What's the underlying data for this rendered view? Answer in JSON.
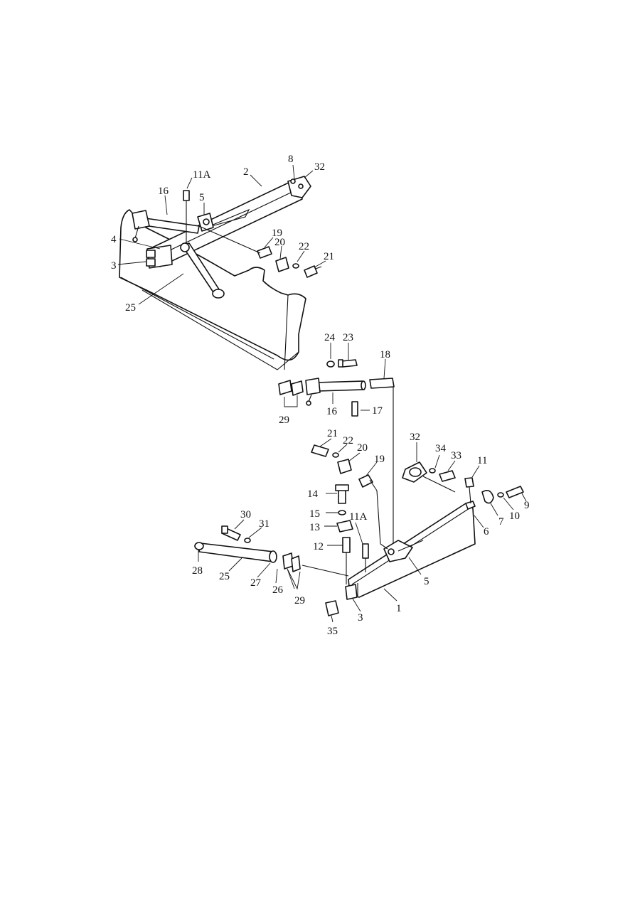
{
  "callouts": {
    "c8": "8",
    "c32a": "32",
    "c2": "2",
    "c11A_top": "11A",
    "c16_top": "16",
    "c5_top": "5",
    "c4": "4",
    "c3_top": "3",
    "c19_top": "19",
    "c20_top": "20",
    "c22_top": "22",
    "c21_top": "21",
    "c25_top": "25",
    "c24": "24",
    "c23": "23",
    "c18": "18",
    "c16_mid": "16",
    "c17": "17",
    "c29_mid": "29",
    "c21_bot": "21",
    "c22_bot": "22",
    "c20_bot": "20",
    "c19_bot": "19",
    "c32_bot": "32",
    "c34": "34",
    "c33": "33",
    "c11": "11",
    "c9": "9",
    "c10": "10",
    "c7": "7",
    "c6": "6",
    "c14": "14",
    "c15": "15",
    "c13": "13",
    "c11A_bot": "11A",
    "c12": "12",
    "c30": "30",
    "c31": "31",
    "c28": "28",
    "c25_bot": "25",
    "c27": "27",
    "c26": "26",
    "c29_bot": "29",
    "c5_bot": "5",
    "c1": "1",
    "c3_bot": "3",
    "c35": "35"
  }
}
